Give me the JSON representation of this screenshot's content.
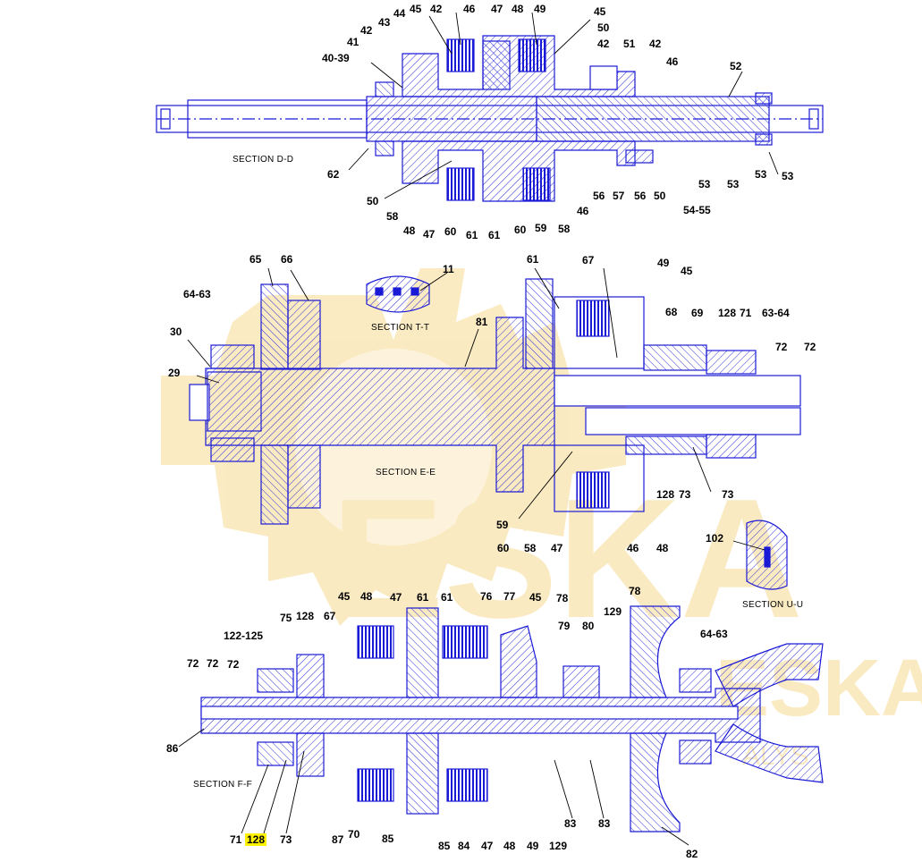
{
  "sections": {
    "dd": "SECTION D-D",
    "tt": "SECTION T-T",
    "ee": "SECTION E-E",
    "uu": "SECTION U-U",
    "ff": "SECTION F-F"
  },
  "watermark": {
    "logo_text": "ESKA",
    "secondary_text": "ESKA",
    "tagline": "ALYS"
  },
  "highlighted_callout": "128",
  "colors": {
    "line": "#1a1ad6",
    "hatch": "#2f2fd8",
    "watermark": "#f6d27a",
    "highlight": "#fff200"
  },
  "callouts": {
    "dd": [
      "45",
      "42",
      "46",
      "47",
      "48",
      "49",
      "45",
      "44",
      "43",
      "42",
      "41",
      "40-39",
      "50",
      "42",
      "51",
      "42",
      "46",
      "52",
      "62",
      "50",
      "58",
      "48",
      "47",
      "60",
      "61",
      "61",
      "60",
      "59",
      "58",
      "46",
      "56",
      "57",
      "56",
      "50",
      "54-55",
      "53",
      "53",
      "53",
      "53"
    ],
    "ee": [
      "11",
      "65",
      "66",
      "64-63",
      "30",
      "29",
      "81",
      "61",
      "67",
      "49",
      "45",
      "68",
      "69",
      "128",
      "71",
      "63-64",
      "72",
      "72",
      "59",
      "60",
      "58",
      "47",
      "46",
      "48",
      "128",
      "73",
      "73",
      "102"
    ],
    "ff": [
      "45",
      "48",
      "47",
      "61",
      "61",
      "76",
      "77",
      "45",
      "78",
      "78",
      "75",
      "128",
      "67",
      "129",
      "122-125",
      "79",
      "80",
      "64-63",
      "72",
      "72",
      "72",
      "86",
      "71",
      "128",
      "73",
      "87",
      "70",
      "85",
      "85",
      "84",
      "47",
      "48",
      "49",
      "129",
      "83",
      "83",
      "82"
    ]
  }
}
